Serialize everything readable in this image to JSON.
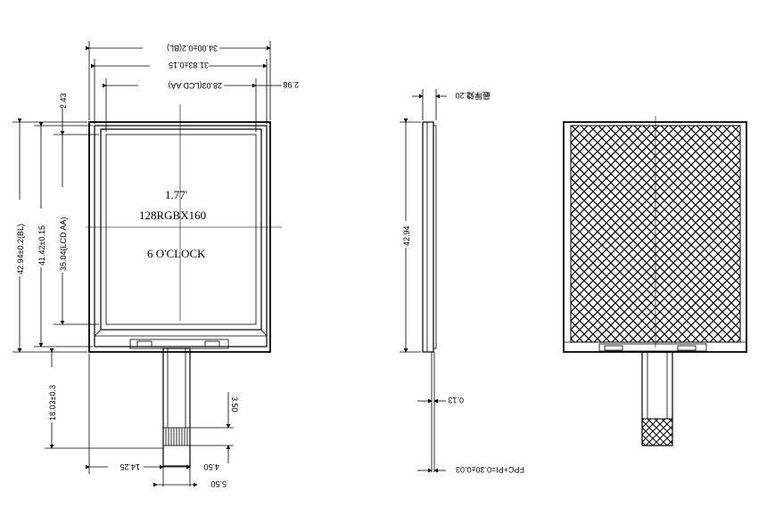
{
  "front_view": {
    "dim_top_outline": "34.00±0.2(BL)",
    "dim_top_glass": "31.83±0.15",
    "dim_top_active": "28.03(LCD AA)",
    "dim_top_offset": "2.98",
    "dim_left_total": "42.94±0.2(BL)",
    "dim_left_glass": "41.42±0.15",
    "dim_left_active": "35.04(LCD AA)",
    "dim_left_offset": "2.43",
    "dim_fpc_length": "18.03±0.3",
    "dim_fpc_bottom_left": "14.25",
    "dim_fpc_pad_width": "4.50",
    "dim_fpc_width": "5.50",
    "dim_fpc_pad_height": "3.50",
    "label_size": "1.77'",
    "label_resolution": "128RGBX160",
    "label_viewing": "6 O'CLOCK"
  },
  "side_view": {
    "dim_thickness_top": "2.20",
    "dim_thickness_note": "最厚处",
    "dim_height": "42.94",
    "dim_fpc_thickness": "0.13",
    "dim_fpc_pi": "FPC+PI=0.30±0.03"
  }
}
